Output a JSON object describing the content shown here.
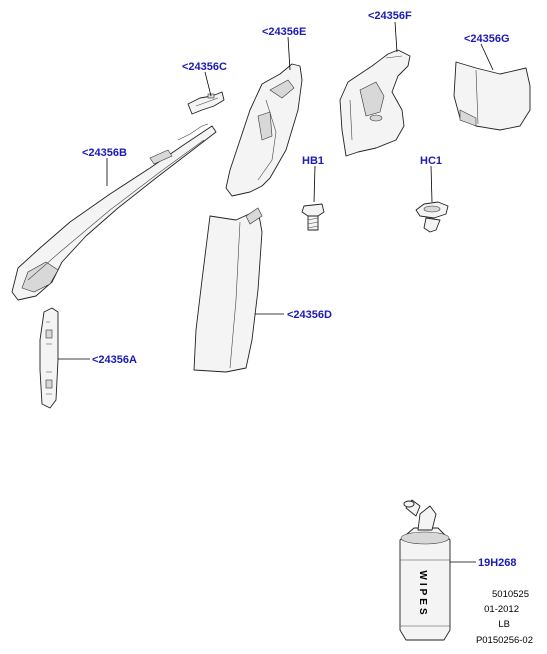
{
  "callouts": {
    "a": "<24356A",
    "b": "<24356B",
    "c": "<24356C",
    "d": "<24356D",
    "e": "<24356E",
    "f": "<24356F",
    "g": "<24356G",
    "hb1": "HB1",
    "hc1": "HC1",
    "wipes": "19H268"
  },
  "bottle_text": "WIPES",
  "meta": {
    "code": "5010525",
    "date": "01-2012",
    "region": "LB",
    "illustration_id": "P0150256-02"
  },
  "colors": {
    "callout_text": "#1a1ab4",
    "line_art": "#222222"
  }
}
